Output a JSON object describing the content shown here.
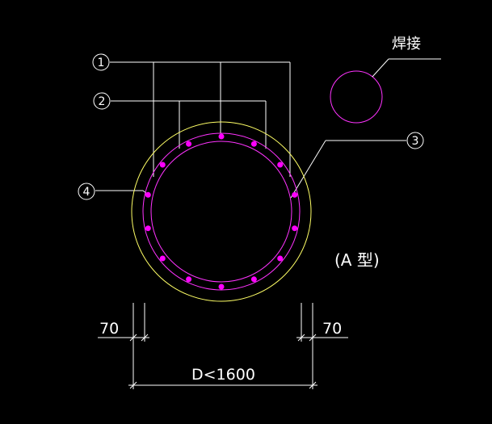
{
  "colors": {
    "background": "#000000",
    "leader_lines": "#ffffff",
    "outer_circle": "#ffff66",
    "rebar_rings": "#ff33ff",
    "rebar_dots": "#ff00ff",
    "weld_circle": "#ff33ff"
  },
  "callouts": {
    "c1": "1",
    "c2": "2",
    "c3": "3",
    "c4": "4"
  },
  "weld_label": "焊接",
  "type_label": "(A  型)",
  "dimensions": {
    "left_cover": "70",
    "right_cover": "70",
    "diameter": "D<1600"
  }
}
